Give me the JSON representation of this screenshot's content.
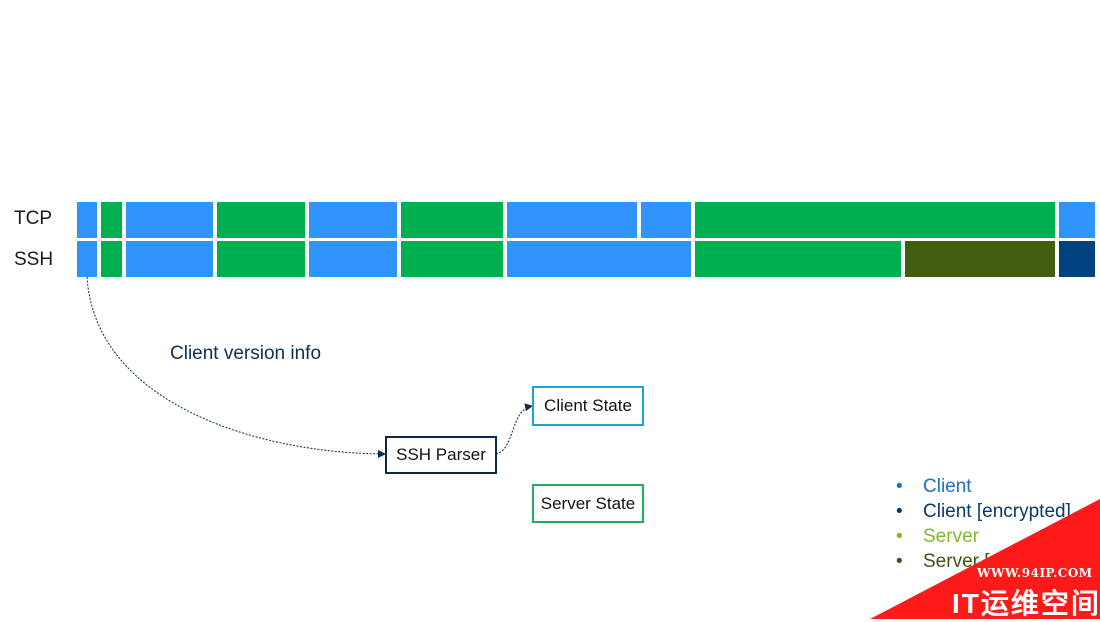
{
  "rows": {
    "tcp": "TCP",
    "ssh": "SSH"
  },
  "colors": {
    "client": "#2f95fd",
    "server": "#00b050",
    "server_encrypted": "#435d10",
    "client_encrypted": "#004280",
    "client_text": "#1f6fbf",
    "client_encrypted_text": "#0b3a66",
    "server_text": "#7fba24",
    "server_encrypted_text": "#3f5412",
    "banner": "#ff1a1a"
  },
  "annotation": "Client version info",
  "boxes": {
    "ssh_parser": "SSH Parser",
    "client_state": "Client State",
    "server_state": "Server State"
  },
  "legend": [
    {
      "bullet": "•",
      "label": "Client",
      "color": "#1f6fbf"
    },
    {
      "bullet": "•",
      "label": "Client [encrypted]",
      "color": "#0b3a66"
    },
    {
      "bullet": "•",
      "label": "Server",
      "color": "#7fba24"
    },
    {
      "bullet": "•",
      "label": "Server [",
      "color": "#3f5412"
    }
  ],
  "watermark": {
    "url": "WWW.94IP.COM",
    "name": "IT运维空间"
  }
}
